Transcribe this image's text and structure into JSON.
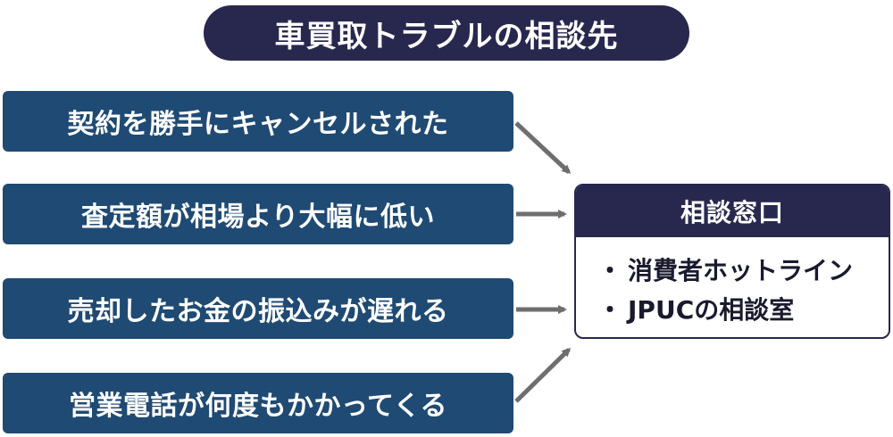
{
  "title": "車買取トラブルの相談先",
  "causes": [
    "契約を勝手にキャンセルされた",
    "査定額が相場より大幅に低い",
    "売却したお金の振込みが遅れる",
    "営業電話が何度もかかってくる"
  ],
  "contact": {
    "header": "相談窓口",
    "bullet": "・",
    "items": [
      "消費者ホットライン",
      "JPUCの相談室"
    ]
  },
  "colors": {
    "navy": "#28284f",
    "blue": "#1f4a73",
    "arrow": "#6e6e6e"
  }
}
